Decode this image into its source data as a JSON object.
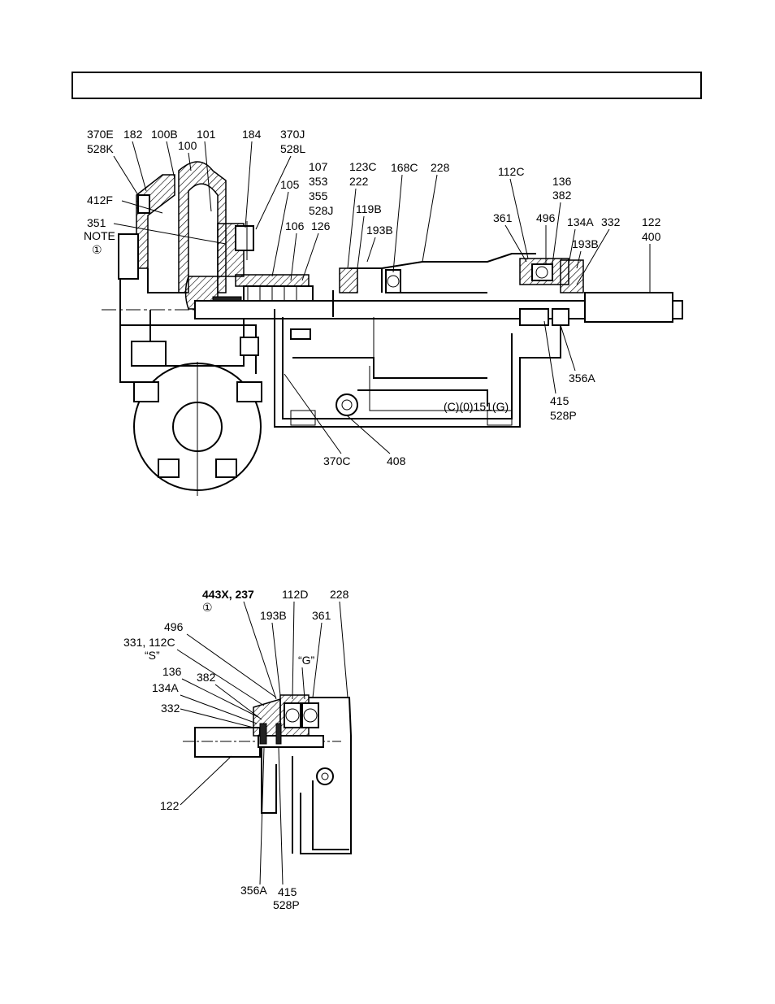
{
  "title_box": {
    "text": ""
  },
  "drawing_code": "(C)(0)151(G)",
  "top_view": {
    "labels": {
      "l370E": "370E",
      "l528K": "528K",
      "l182": "182",
      "l100B": "100B",
      "l100": "100",
      "l101": "101",
      "l184": "184",
      "l370J": "370J",
      "l528L": "528L",
      "l107": "107",
      "l353": "353",
      "l355": "355",
      "l528J": "528J",
      "l105": "105",
      "l106": "106",
      "l126": "126",
      "l123C": "123C",
      "l222": "222",
      "l119B": "119B",
      "l168C": "168C",
      "l228": "228",
      "l193B_a": "193B",
      "l112C": "112C",
      "l136": "136",
      "l382": "382",
      "l361": "361",
      "l496": "496",
      "l134A": "134A",
      "l332": "332",
      "l122": "122",
      "l400": "400",
      "l193B_b": "193B",
      "l412F": "412F",
      "l351": "351",
      "note": "NOTE",
      "note_num": "①",
      "l356A": "356A",
      "l415": "415",
      "l528P": "528P",
      "l370C": "370C",
      "l408": "408"
    }
  },
  "bottom_view": {
    "labels": {
      "l443X": "443X, 237",
      "note_ref": "①",
      "l112D": "112D",
      "l228": "228",
      "l496": "496",
      "l193B": "193B",
      "l361": "361",
      "l331": "331, 112C",
      "lS": "“S”",
      "lG": "“G”",
      "l136": "136",
      "l382": "382",
      "l134A": "134A",
      "l332": "332",
      "l122": "122",
      "l356A": "356A",
      "l415": "415",
      "l528P": "528P"
    }
  }
}
